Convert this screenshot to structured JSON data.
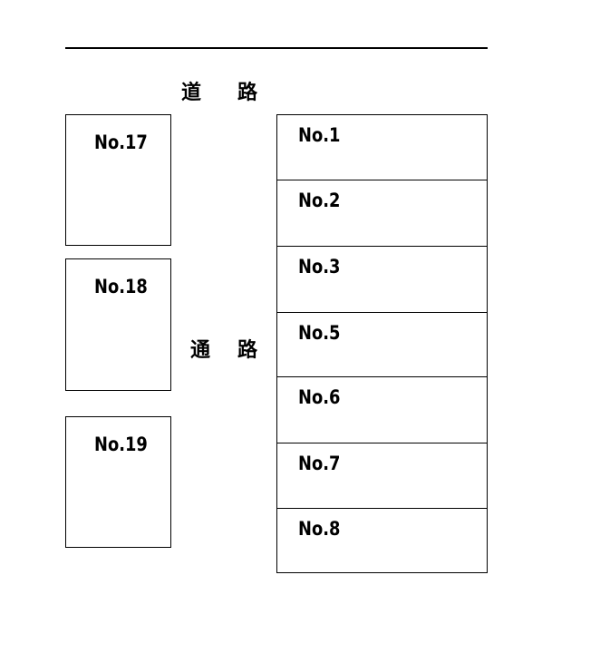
{
  "road": {
    "char1": "道",
    "char2": "路"
  },
  "aisle": {
    "char1": "通",
    "char2": "路"
  },
  "left_lots": [
    {
      "label": "No.17"
    },
    {
      "label": "No.18"
    },
    {
      "label": "No.19"
    }
  ],
  "right_lots": [
    {
      "label": "No.1"
    },
    {
      "label": "No.2"
    },
    {
      "label": "No.3"
    },
    {
      "label": "No.5"
    },
    {
      "label": "No.6"
    },
    {
      "label": "No.7"
    },
    {
      "label": "No.8"
    }
  ]
}
